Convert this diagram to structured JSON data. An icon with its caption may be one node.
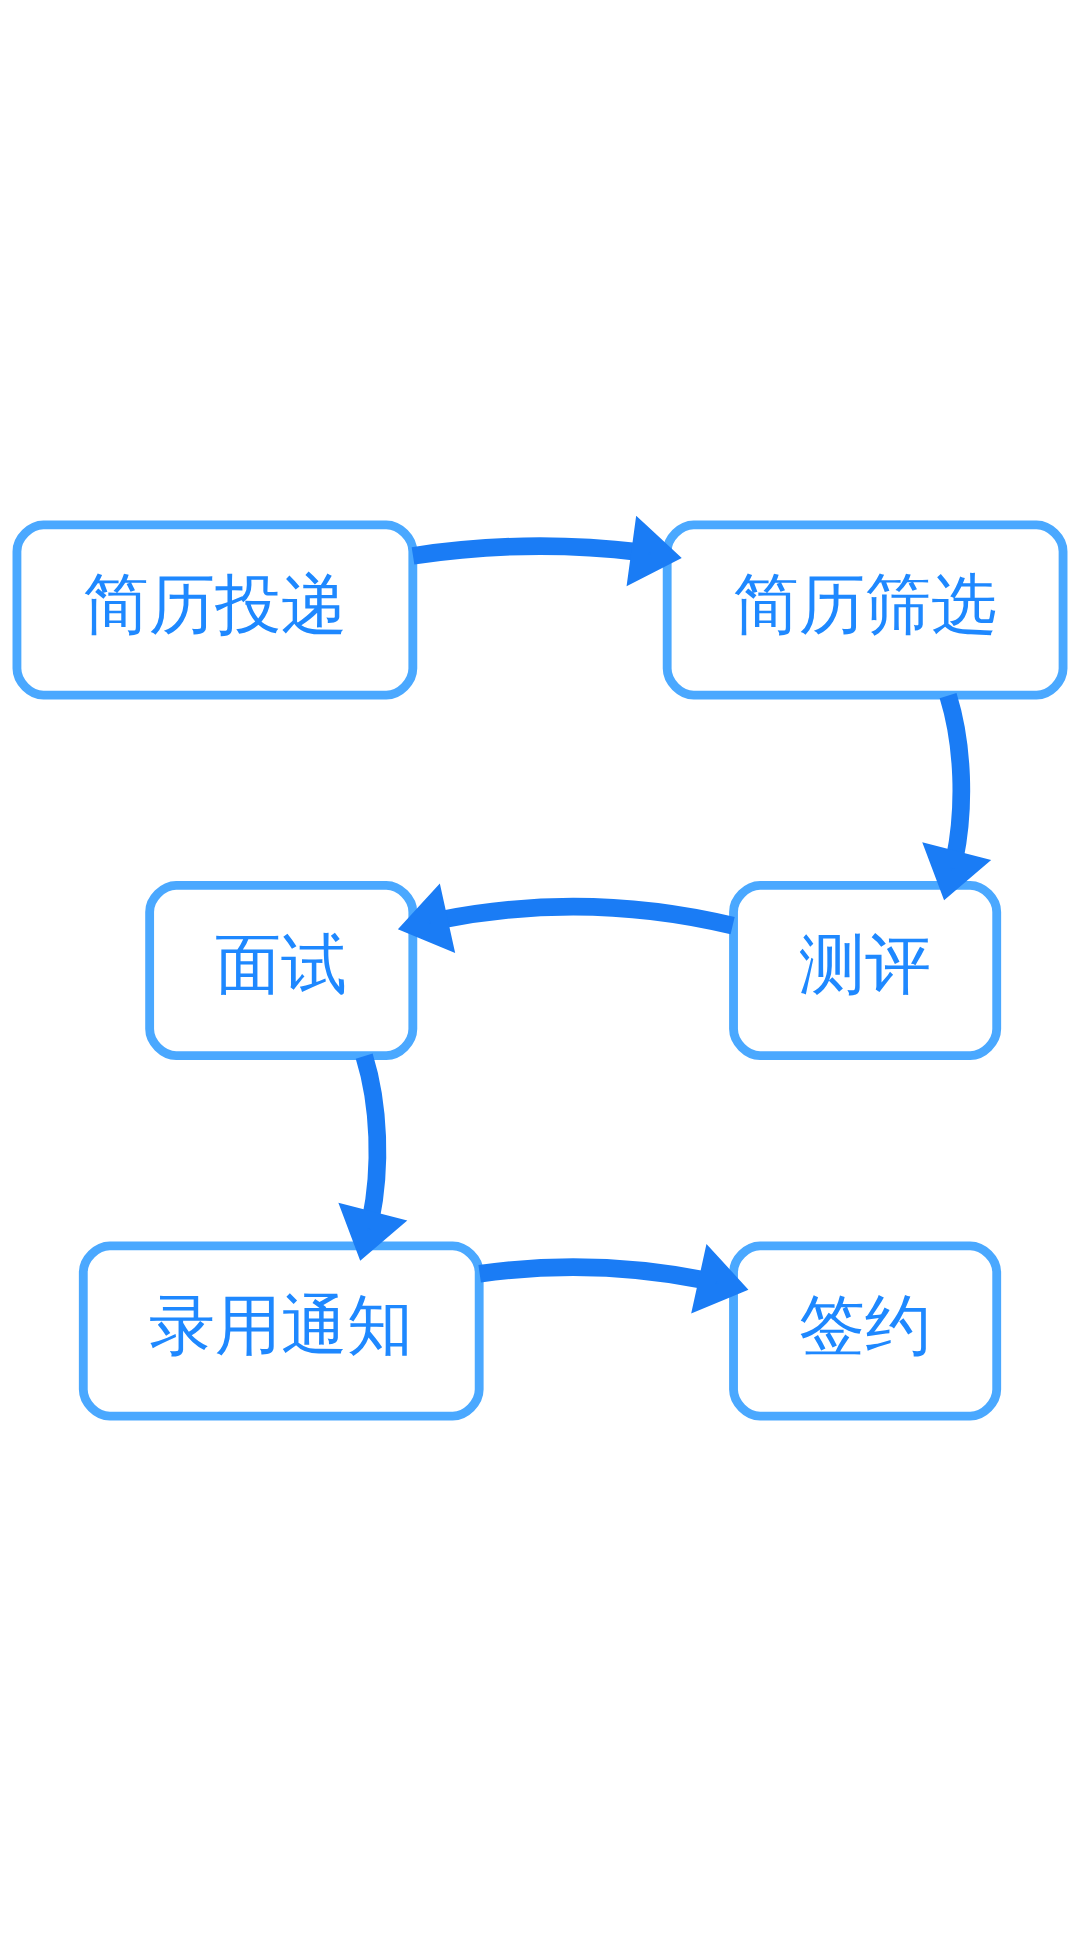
{
  "diagram": {
    "nodes": [
      {
        "text": [
          "简历投递"
        ]
      },
      {
        "text": [
          "简历筛选"
        ]
      },
      {
        "text": [
          "测评"
        ]
      },
      {
        "text": [
          "面试"
        ]
      },
      {
        "text": [
          "录用通知"
        ]
      },
      {
        "text": [
          "签约"
        ]
      }
    ],
    "edges": [
      {
        "from": 0,
        "to": 1,
        "arrow": "to"
      },
      {
        "from": 1,
        "to": 2,
        "arrow": "to"
      },
      {
        "from": 2,
        "to": 3,
        "arrow": "to"
      },
      {
        "from": 3,
        "to": 4,
        "arrow": "to"
      },
      {
        "from": 4,
        "to": 5,
        "arrow": "to"
      }
    ]
  }
}
